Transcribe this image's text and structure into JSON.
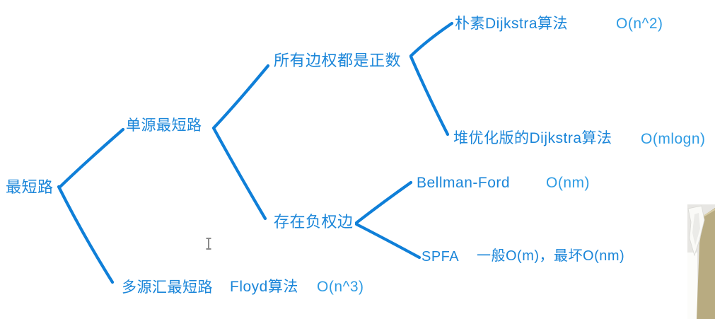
{
  "tree": {
    "root": {
      "label": "最短路"
    },
    "single_source": {
      "label": "单源最短路"
    },
    "multi_source": {
      "label": "多源汇最短路",
      "algorithm": "Floyd算法",
      "complexity": "O(n^3)"
    },
    "all_positive_weights": {
      "label": "所有边权都是正数"
    },
    "negative_weights": {
      "label": "存在负权边"
    },
    "naive_dijkstra": {
      "label": "朴素Dijkstra算法",
      "complexity": "O(n^2)"
    },
    "heap_dijkstra": {
      "label": "堆优化版的Dijkstra算法",
      "complexity": "O(mlogn)"
    },
    "bellman_ford": {
      "label": "Bellman-Ford",
      "complexity": "O(nm)"
    },
    "spfa": {
      "label": "SPFA",
      "complexity": "一般O(m)，最坏O(nm)"
    }
  },
  "colors": {
    "ink": "#1b86d9",
    "ink_light": "#2f9ce4",
    "stroke": "#0f7fd8",
    "desk": "#b8ab81",
    "desk_edge": "#d8cda6",
    "paper": "#fafaf7",
    "paper_shadow": "#d9d9d5",
    "photo_bg": "#e7e6e3",
    "photo_white": "#fcfcfa",
    "cursor": "#8a8a8a",
    "background": "#ffffff"
  }
}
